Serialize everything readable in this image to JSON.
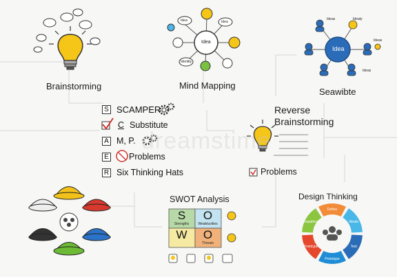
{
  "sections": {
    "brainstorming": "Brainstorming",
    "mind_mapping": "Mind Mapping",
    "seawibte": "Seawibte",
    "reverse_line1": "Reverse",
    "reverse_line2": "Brainstorming",
    "reverse_problems": "Problems",
    "swot_title": "SWOT Analysis",
    "design_thinking": "Design Thinking"
  },
  "mindmap": {
    "center": "Idea",
    "bubble1": "Idea",
    "bubble2": "Idea",
    "bubble3": "Identity"
  },
  "seawibte_map": {
    "center": "Idea",
    "n1": "Ideas",
    "n2": "Ideaty",
    "n3": "Ideas",
    "n4": "Ideas"
  },
  "scamper": {
    "rows": [
      {
        "letter": "S",
        "text": "SCAMPER"
      },
      {
        "letter": "",
        "prefix": "C",
        "text": "Substitute"
      },
      {
        "letter": "A",
        "text": "M, P."
      },
      {
        "letter": "E",
        "text": "Problems"
      },
      {
        "letter": "R",
        "text": "Six Thinking Hats"
      }
    ]
  },
  "swot": {
    "cells": [
      {
        "letter": "S",
        "word": "Strengths",
        "color": "#b7d9a8"
      },
      {
        "letter": "O",
        "word": "Weaktuvities",
        "color": "#c2e3ef"
      },
      {
        "letter": "W",
        "word": "",
        "color": "#f6eaa3"
      },
      {
        "letter": "O",
        "word": "Threats",
        "color": "#f0b27a"
      }
    ]
  },
  "design": {
    "segments": [
      {
        "label": "Define",
        "color": "#f28c38"
      },
      {
        "label": "Ideate",
        "color": "#49b7e8"
      },
      {
        "label": "Test",
        "color": "#2b6cb8"
      },
      {
        "label": "Prototype",
        "color": "#1f8dd6"
      },
      {
        "label": "Prototype",
        "color": "#e4472c"
      },
      {
        "label": "Empathize",
        "color": "#8cc540"
      }
    ]
  },
  "hats": {
    "colors": [
      "#f2c21a",
      "#d63a2f",
      "#2b73c9",
      "#6dbb35",
      "#333333",
      "#eeeeee"
    ]
  },
  "watermark": "dreamstime",
  "colors": {
    "accent_yellow": "#f5c518",
    "accent_orange": "#f28c38",
    "accent_blue": "#2b6cb8",
    "check_red": "#d0342c"
  }
}
